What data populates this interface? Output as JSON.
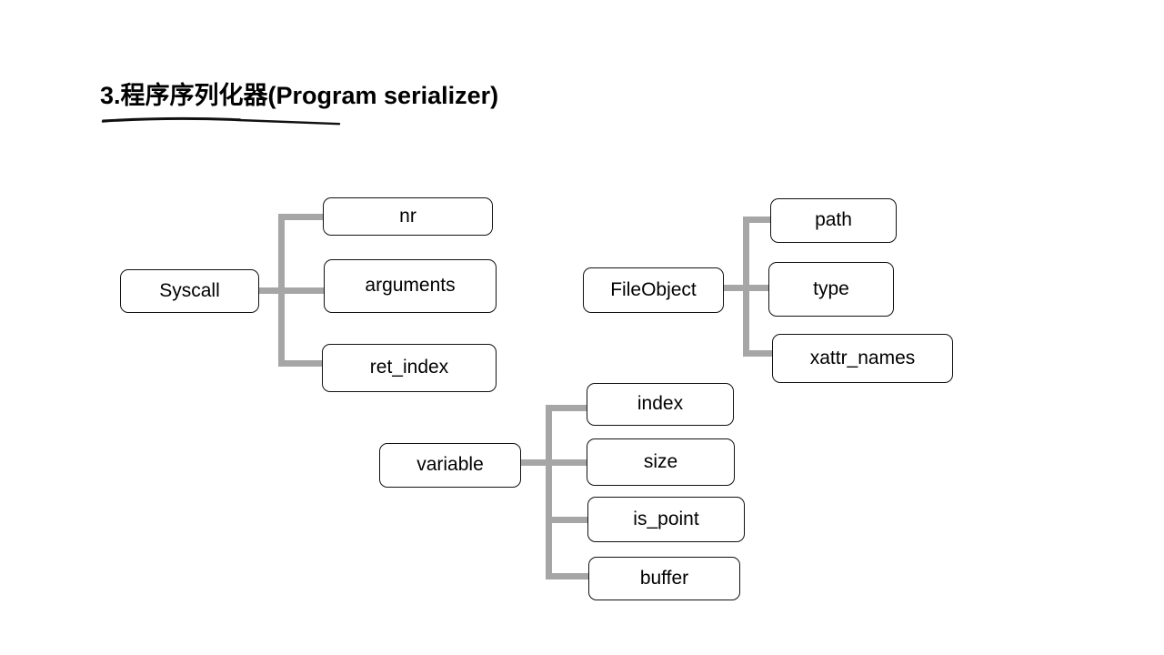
{
  "slide": {
    "title": "3.程序序列化器(Program serializer)",
    "background_color": "#FFFFFF",
    "title_color": "#000000",
    "underline_color": "#111111"
  },
  "diagram": {
    "connector_color": "#A6A6A6",
    "node_border_color": "#111111",
    "node_fill_color": "#FFFFFF",
    "node_text_color": "#000000",
    "groups": [
      {
        "id": "syscall",
        "root": "Syscall",
        "children": [
          "nr",
          "arguments",
          "ret_index"
        ]
      },
      {
        "id": "fileobject",
        "root": "FileObject",
        "children": [
          "path",
          "type",
          "xattr_names"
        ]
      },
      {
        "id": "variable",
        "root": "variable",
        "children": [
          "index",
          "size",
          "is_point",
          "buffer"
        ]
      }
    ]
  }
}
